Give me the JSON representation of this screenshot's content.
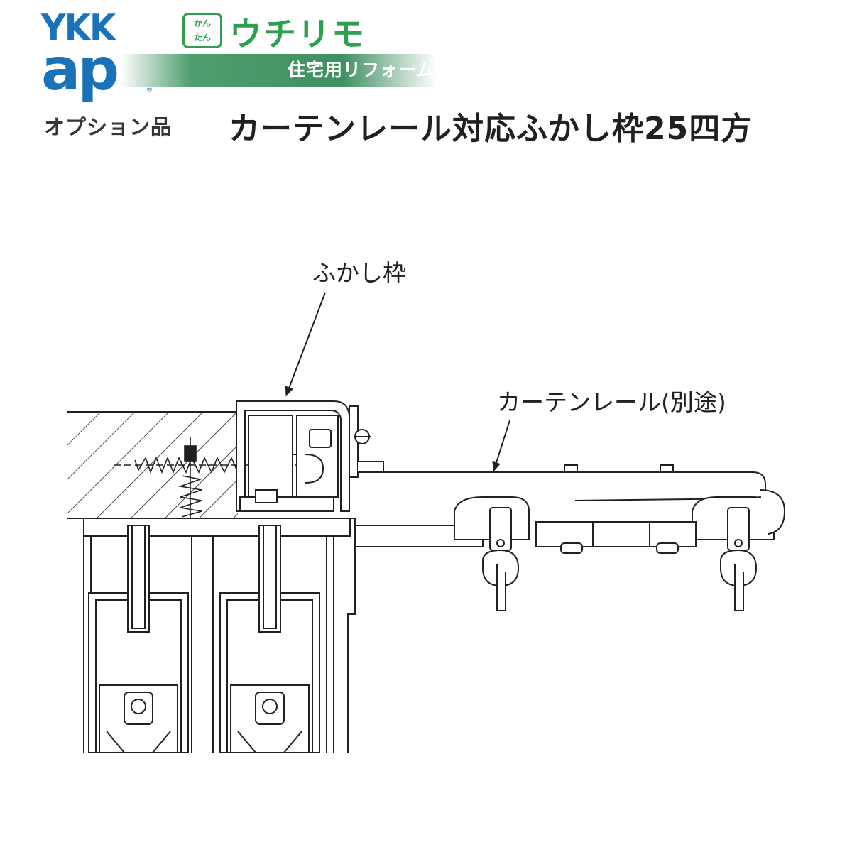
{
  "header": {
    "logo_line1": "YKK",
    "logo_line2": "ap",
    "logo_registered": "®",
    "kantan_line1": "かん",
    "kantan_line2": "たん",
    "brand_name": "ウチリモ",
    "reform_tagline": "住宅用リフォーム商品",
    "option_label": "オプション品",
    "product_title": "カーテンレール対応ふかし枠25四方",
    "brand_color": "#2e9e4f",
    "logo_color": "#1a73b8"
  },
  "diagram": {
    "label_fukashi_waku": "ふかし枠",
    "label_curtain_rail": "カーテンレール(別途)"
  }
}
